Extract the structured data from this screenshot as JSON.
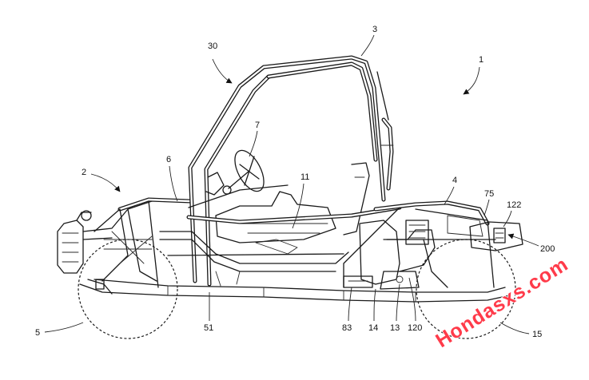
{
  "labels": {
    "ref_1": "1",
    "ref_2": "2",
    "ref_3": "3",
    "ref_4": "4",
    "ref_5": "5",
    "ref_6": "6",
    "ref_7": "7",
    "ref_11": "11",
    "ref_13": "13",
    "ref_14": "14",
    "ref_15": "15",
    "ref_30": "30",
    "ref_51": "51",
    "ref_75": "75",
    "ref_83": "83",
    "ref_120": "120",
    "ref_122": "122",
    "ref_200": "200"
  },
  "watermark": {
    "text": "Hondasxs.com",
    "color": "#ff3b4a"
  }
}
